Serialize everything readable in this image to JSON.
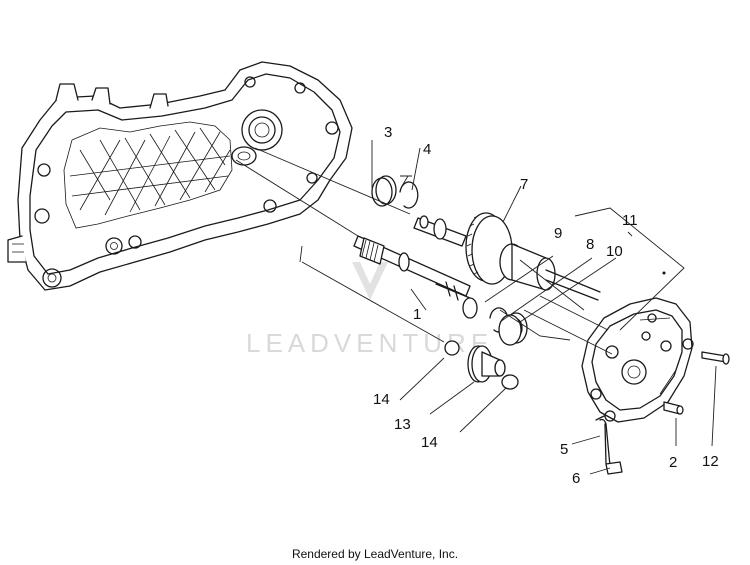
{
  "watermark": "LEADVENTURE",
  "credit": "Rendered by LeadVenture, Inc.",
  "callouts": [
    "1",
    "2",
    "3",
    "4",
    "5",
    "6",
    "7",
    "8",
    "9",
    "10",
    "11",
    "12",
    "13",
    "14",
    "14"
  ]
}
